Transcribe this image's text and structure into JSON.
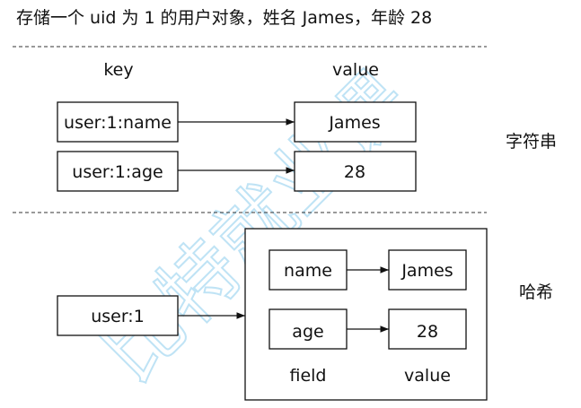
{
  "title": "存储一个 uid 为 1 的用户对象，姓名 James，年龄 28",
  "string_section": {
    "key_header": "key",
    "value_header": "value",
    "rows": [
      {
        "key": "user:1:name",
        "value": "James"
      },
      {
        "key": "user:1:age",
        "value": "28"
      }
    ],
    "side_label": "字符串"
  },
  "hash_section": {
    "key": "user:1",
    "fields": [
      {
        "field": "name",
        "value": "James"
      },
      {
        "field": "age",
        "value": "28"
      }
    ],
    "field_header": "field",
    "value_header": "value",
    "side_label": "哈希"
  },
  "watermark": "比特就业课",
  "colors": {
    "line": "#111111",
    "watermark": "#bfe3f5"
  }
}
